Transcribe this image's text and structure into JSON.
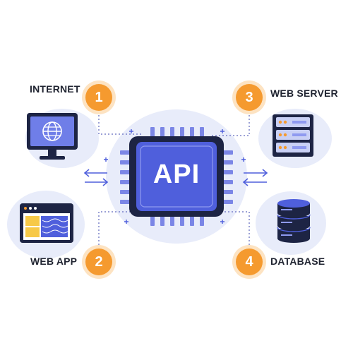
{
  "chip": {
    "label": "API"
  },
  "nodes": [
    {
      "number": "1",
      "label": "INTERNET"
    },
    {
      "number": "2",
      "label": "WEB APP"
    },
    {
      "number": "3",
      "label": "WEB SERVER"
    },
    {
      "number": "4",
      "label": "DATABASE"
    }
  ],
  "colors": {
    "accent": "#f59a2f",
    "chip_blue": "#4f5fdc",
    "dark_navy": "#1d2444",
    "blob": "#e6ebf9",
    "line": "#6b73c9"
  }
}
